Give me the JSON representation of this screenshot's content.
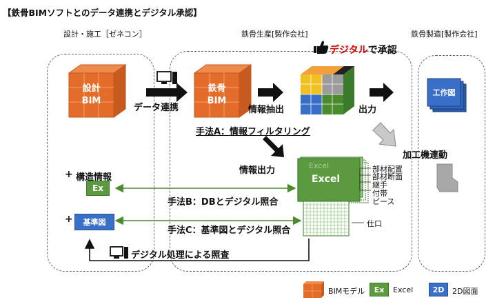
{
  "title": "【鉄骨BIMソフトとのデータ連携とデジタル承認】",
  "columns": {
    "left": "設計・施工［ゼネコン］",
    "center": "鉄骨生産[製作会社]",
    "right": "鉄骨製造[製作会社]"
  },
  "approval": {
    "digital": "デジタル",
    "suffix": "で承認"
  },
  "cubes": {
    "design_bim": [
      "設計",
      "BIM"
    ],
    "steel_bim": [
      "鉄骨",
      "BIM"
    ]
  },
  "labels": {
    "data_link": "データ連携",
    "info_extract": "情報抽出",
    "output": "出力",
    "method_a": "手法A：情報フィルタリング",
    "info_output": "情報出力",
    "structure_info": "構造情報",
    "method_b": "手法B：DBとデジタル照合",
    "method_c": "手法C：基準図とデジタル照合",
    "digital_check": "デジタル処理による照査",
    "machine_link": "加工機連動",
    "plus": "+"
  },
  "badges": {
    "ex": "Ex",
    "kijunzu": "基準図",
    "excel": "Excel",
    "excel_ghost": "Excel",
    "workdrawing": "工作図"
  },
  "excel_items": [
    "部材配置",
    "部材断面",
    "継手",
    "付帯",
    "ピース",
    "仕口"
  ],
  "legend": {
    "bim": "BIMモデル",
    "ex_badge": "Ex",
    "excel": "Excel",
    "twod_badge": "2D",
    "twod": "2D図面"
  },
  "colors": {
    "orange": "#e46c2a",
    "green": "#5b9a3f",
    "blue": "#3a6fc7",
    "red": "#d40000",
    "arrow": "#111111",
    "gray": "#9a9a9a"
  }
}
